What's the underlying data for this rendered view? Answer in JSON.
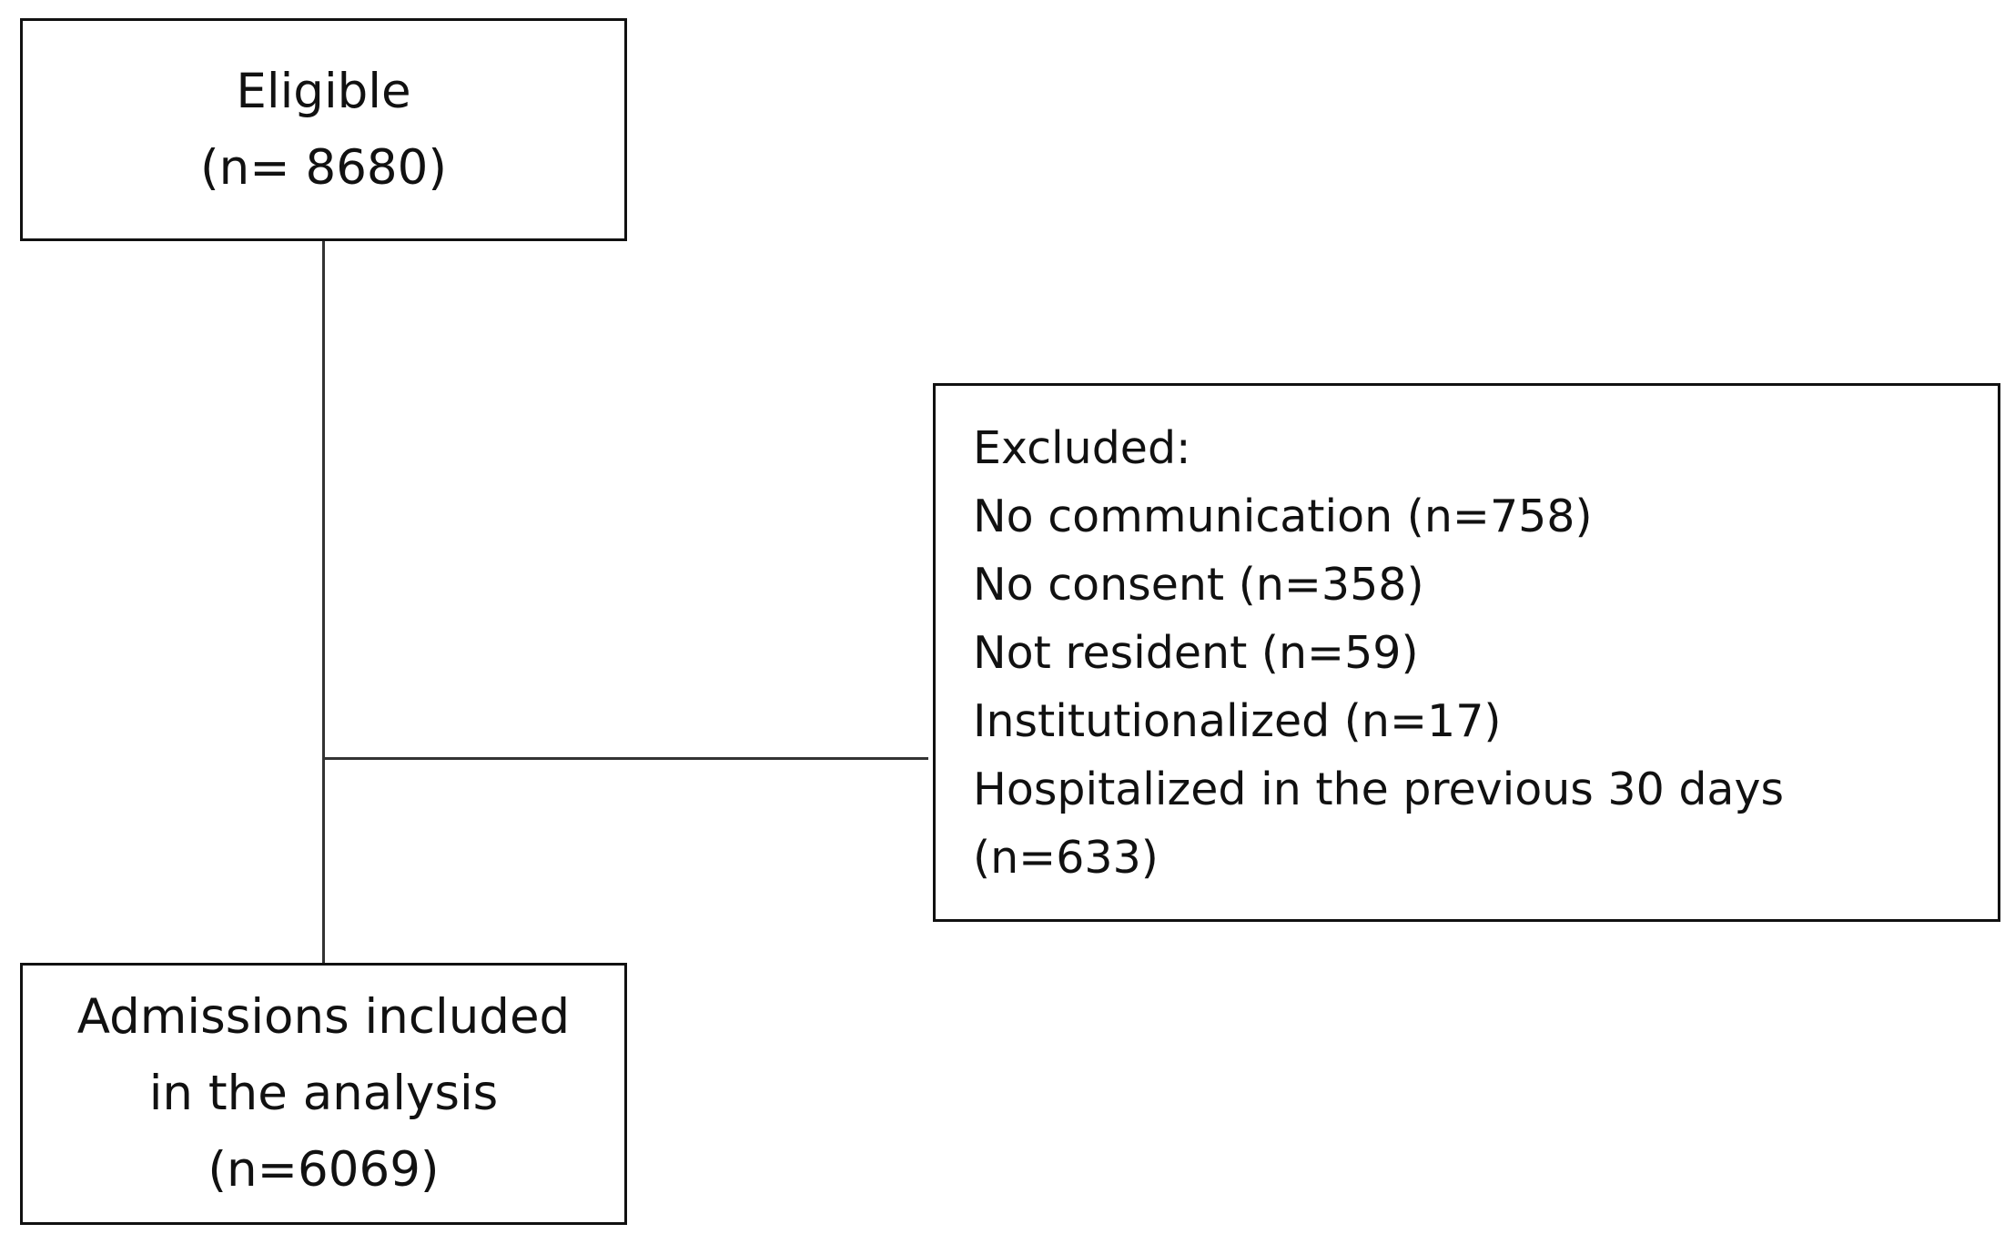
{
  "eligible": {
    "label": "Eligible",
    "count": "(n= 8680)"
  },
  "excluded": {
    "heading": "Excluded:",
    "reasons": [
      "No communication (n=758)",
      "No consent (n=358)",
      "Not resident (n=59)",
      "Institutionalized (n=17)",
      "Hospitalized in the previous 30 days",
      "(n=633)"
    ]
  },
  "included": {
    "line1": "Admissions included",
    "line2": "in the analysis",
    "count": "(n=6069)"
  }
}
